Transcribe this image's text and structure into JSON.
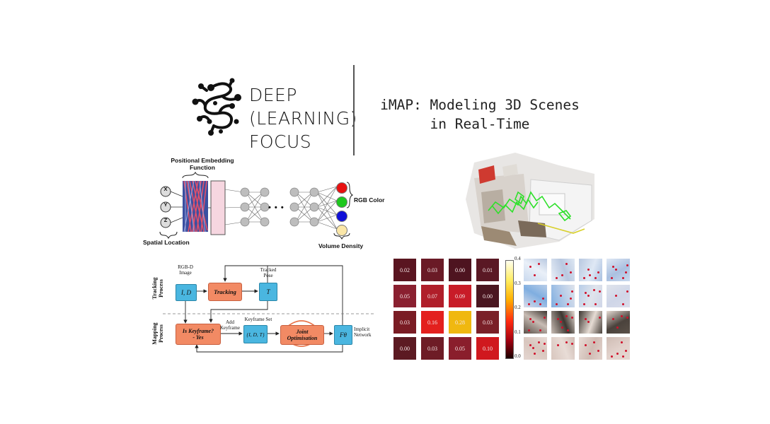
{
  "brand": {
    "logo_icon": "neural-network-logo-icon",
    "line1": "DEEP",
    "line2": "(LEARNING)",
    "line3": "FOCUS"
  },
  "title": {
    "line1": "iMAP: Modeling 3D Scenes",
    "line2": "in Real-Time"
  },
  "nerf_diagram": {
    "embedding_label_1": "Positional Embedding",
    "embedding_label_2": "Function",
    "inputs": [
      "X",
      "Y",
      "Z"
    ],
    "spatial_label": "Spatial Location",
    "rgb_label": "RGB Color",
    "density_label": "Volume Density",
    "ellipsis": "• • •",
    "output_colors": [
      "#e81010",
      "#1ec81e",
      "#1010d8",
      "#fbe7a8"
    ]
  },
  "pipeline": {
    "tracking_process": "Tracking Process",
    "mapping_process": "Mapping Process",
    "rgbd_1": "RGB-D",
    "rgbd_2": "Image",
    "input_box": "I, D",
    "tracking": "Tracking",
    "tracked_1": "Tracked",
    "tracked_2": "Pose",
    "pose_box": "T",
    "keyframe_1": "Is Keyframe?",
    "keyframe_2": "- Yes",
    "add_1": "Add",
    "add_2": "Keyframe",
    "keyframe_set": "Keyframe Set",
    "set_box": "{I, D, T}",
    "joint_1": "Joint",
    "joint_2": "Optimisation",
    "f_box": "Fθ",
    "implicit_1": "Implicit",
    "implicit_2": "Network"
  },
  "heatmap": {
    "values": [
      [
        "0.02",
        "0.03",
        "0.00",
        "0.01"
      ],
      [
        "0.05",
        "0.07",
        "0.09",
        "0.00"
      ],
      [
        "0.03",
        "0.16",
        "0.28",
        "0.03"
      ],
      [
        "0.00",
        "0.03",
        "0.05",
        "0.10"
      ]
    ],
    "colorbar_ticks": [
      "0.4",
      "0.3",
      "0.2",
      "0.1",
      "0.0"
    ],
    "cell_colors": [
      [
        "#5a1520",
        "#6a1a26",
        "#4e1420",
        "#5a1824"
      ],
      [
        "#8a2030",
        "#b01e2a",
        "#c81c28",
        "#4a1620"
      ],
      [
        "#7a1c24",
        "#e3201e",
        "#f0b810",
        "#7a2028"
      ],
      [
        "#5c1a22",
        "#6e1c26",
        "#8a1e2c",
        "#d0181e"
      ]
    ]
  }
}
